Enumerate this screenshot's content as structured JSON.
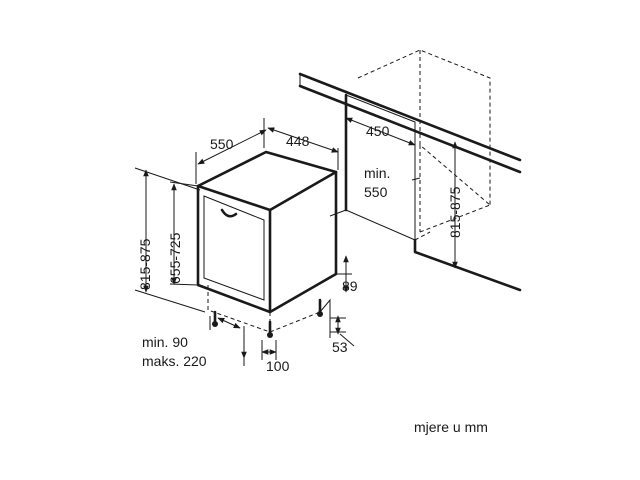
{
  "dimensions": {
    "depth": "550",
    "width": "448",
    "niche_width": "450",
    "niche_depth_label": "min.",
    "niche_depth_value": "550",
    "niche_height": "815-875",
    "height_range": "815-875",
    "door_height": "655-725",
    "plinth_height": "89",
    "plinth_offset": "53",
    "plinth_min": "min. 90",
    "plinth_max": "maks. 220",
    "foot_setback": "100"
  },
  "units_note": "mjere u mm",
  "colors": {
    "line": "#1a1a1a",
    "background": "#ffffff"
  }
}
